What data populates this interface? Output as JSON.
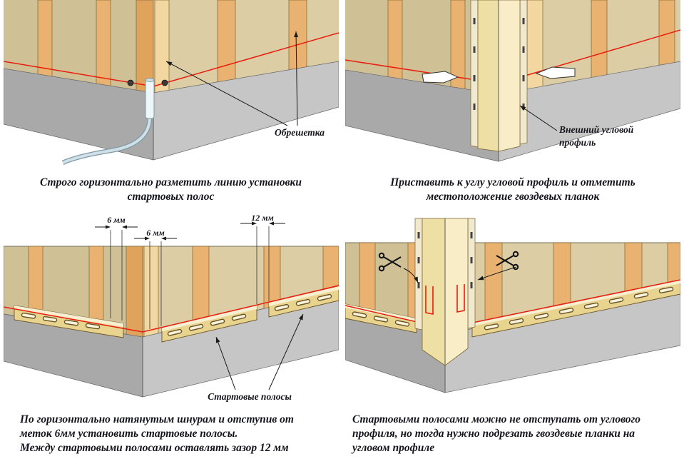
{
  "colors": {
    "wall_left": "#cfc096",
    "wall_right": "#dccda4",
    "batten": "#e9b271",
    "batten_light": "#f3d7a0",
    "batten_dark": "#dfa35c",
    "foundation_left": "#a9a9a9",
    "foundation_right": "#c6c6c6",
    "red": "#ea1c0d",
    "profile_left": "#eedfa5",
    "profile_right": "#f8edc6",
    "flange": "#f1e9cf",
    "strip": "#e8d48f",
    "strip_light": "#f7efcf",
    "ink": "#14141c"
  },
  "panels": {
    "p1": {
      "caption": [
        "Строго горизонтально разметить линию установки",
        "стартовых полос"
      ],
      "labels": {
        "battens": "Обрешетка"
      }
    },
    "p2": {
      "caption": [
        "Приставить к углу угловой профиль и отметить",
        "местоположение гвоздевых планок"
      ],
      "labels": {
        "profile_line1": "Внешний угловой",
        "profile_line2": "профиль"
      }
    },
    "p3": {
      "caption": [
        "По горизонтально натянутым шнурам и отступив от",
        "меток 6мм установить стартовые полосы.",
        "Между стартовыми полосами оставлять зазор 12 мм"
      ],
      "labels": {
        "dim_left": "6 мм",
        "dim_center": "6 мм",
        "dim_right": "12 мм",
        "strips": "Стартовые полосы"
      }
    },
    "p4": {
      "caption": [
        "Стартовыми полосами можно не отступать от углового",
        "профиля, но тогда нужно подрезать гвоздевые планки на",
        "угловом профиле"
      ]
    }
  }
}
